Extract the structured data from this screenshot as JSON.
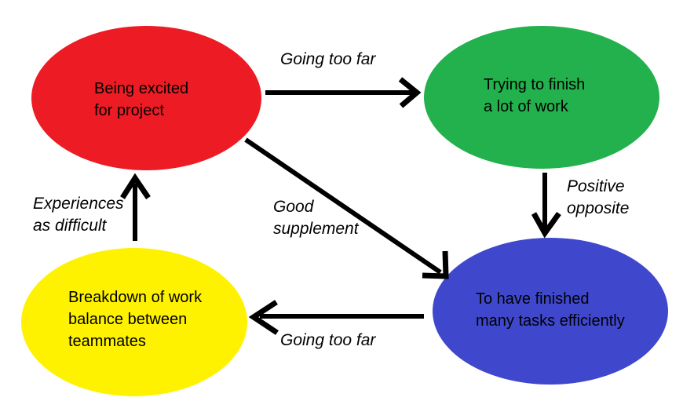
{
  "diagram": {
    "background_color": "#ffffff",
    "ink_color": "#000000",
    "nodes": [
      {
        "id": "being-excited",
        "label": "Being excited\nfor project",
        "color": "#ED1C24"
      },
      {
        "id": "trying-to-finish",
        "label": "Trying to finish\na lot of work",
        "color": "#22B14C"
      },
      {
        "id": "finished-tasks",
        "label": "To have finished\nmany tasks efficiently",
        "color": "#3F48CC"
      },
      {
        "id": "breakdown",
        "label": "Breakdown of work\nbalance between\nteammates",
        "color": "#FFF200"
      }
    ],
    "edges": [
      {
        "from": "being-excited",
        "to": "trying-to-finish",
        "label": "Going too far"
      },
      {
        "from": "trying-to-finish",
        "to": "finished-tasks",
        "label": "Positive\nopposite"
      },
      {
        "from": "being-excited",
        "to": "finished-tasks",
        "label": "Good\nsupplement"
      },
      {
        "from": "finished-tasks",
        "to": "breakdown",
        "label": "Going too far"
      },
      {
        "from": "breakdown",
        "to": "being-excited",
        "label": "Experiences\nas difficult"
      }
    ]
  }
}
